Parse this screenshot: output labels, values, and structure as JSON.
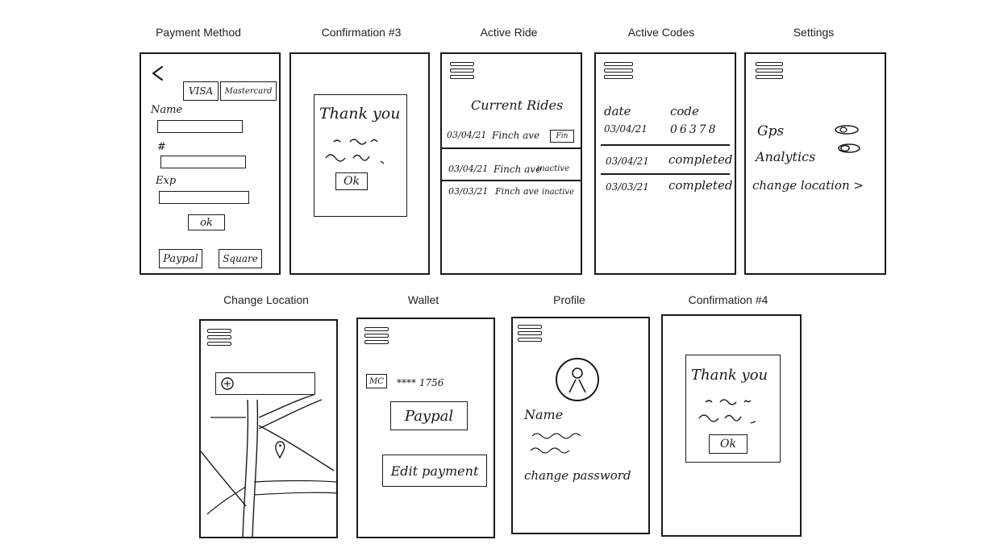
{
  "screens": {
    "payment_method": {
      "title": "Payment Method",
      "back_icon": "back-arrow-icon",
      "visa_label": "VISA",
      "mastercard_label": "Mastercard",
      "name_label": "Name",
      "number_label": "#",
      "exp_label": "Exp",
      "ok_label": "ok",
      "paypal_label": "Paypal",
      "square_label": "Square"
    },
    "confirmation_3": {
      "title": "Confirmation #3",
      "thank_you": "Thank you",
      "ok_label": "Ok"
    },
    "active_ride": {
      "title": "Active Ride",
      "heading": "Current Rides",
      "rides": [
        {
          "date": "03/04/21",
          "place": "Finch ave",
          "status": "Fin"
        },
        {
          "date": "03/04/21",
          "place": "Finch ave",
          "status": "inactive"
        },
        {
          "date": "03/03/21",
          "place": "Finch ave",
          "status": "inactive"
        }
      ]
    },
    "active_codes": {
      "title": "Active Codes",
      "col_date": "date",
      "col_code": "code",
      "rows": [
        {
          "date": "03/04/21",
          "value": "06378"
        },
        {
          "date": "03/04/21",
          "value": "completed"
        },
        {
          "date": "03/03/21",
          "value": "completed"
        }
      ]
    },
    "settings": {
      "title": "Settings",
      "gps_label": "Gps",
      "analytics_label": "Analytics",
      "change_location_label": "change location >"
    },
    "change_location": {
      "title": "Change Location",
      "search_icon": "plus-circle-icon",
      "pin_icon": "map-pin-icon"
    },
    "wallet": {
      "title": "Wallet",
      "card_badge": "MC",
      "card_number": "****  1756",
      "paypal_label": "Paypal",
      "edit_label": "Edit payment"
    },
    "profile": {
      "title": "Profile",
      "avatar_icon": "avatar-icon",
      "name_label": "Name",
      "change_password_label": "change password"
    },
    "confirmation_4": {
      "title": "Confirmation #4",
      "thank_you": "Thank you",
      "ok_label": "Ok"
    }
  }
}
